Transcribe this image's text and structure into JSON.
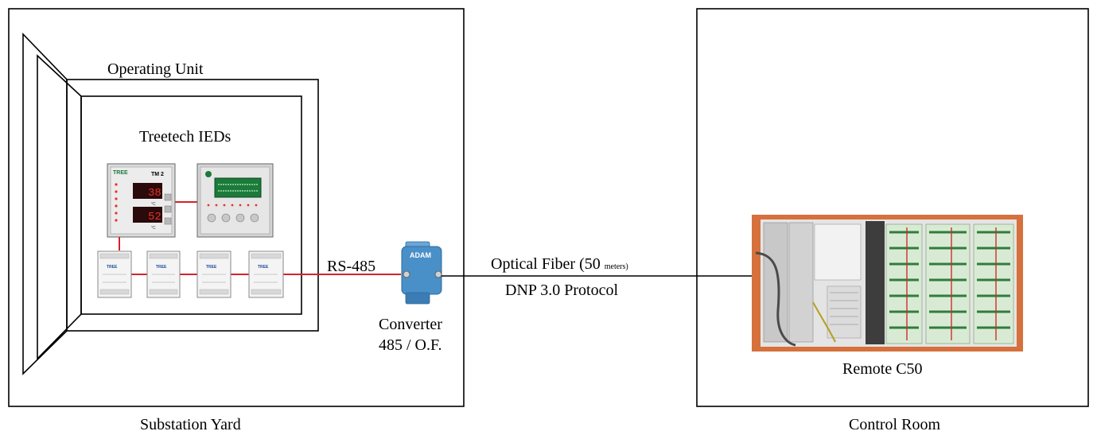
{
  "labels": {
    "operating_unit": "Operating Unit",
    "treetech_ieds": "Treetech IEDs",
    "rs485": "RS-485",
    "converter_line1": "Converter",
    "converter_line2": "485 / O.F.",
    "optical_fiber": "Optical Fiber (50",
    "meters": "meters)",
    "dnp_protocol": "DNP 3.0 Protocol",
    "remote": "Remote C50",
    "substation_yard": "Substation Yard",
    "control_room": "Control Room"
  },
  "devices": {
    "tm2_label": "TM 2",
    "tm2_display_top": "38",
    "tm2_display_bottom": "52",
    "unit_c": "°C",
    "adam_label": "ADAM",
    "tree_logo": "TREE"
  },
  "colors": {
    "line": "#000000",
    "link": "#d2232a",
    "led": "#e8332a",
    "display": "#c2161c",
    "lcd": "#1c7a3a",
    "adam": "#4a90c8",
    "panel_orange": "#d6703c"
  }
}
